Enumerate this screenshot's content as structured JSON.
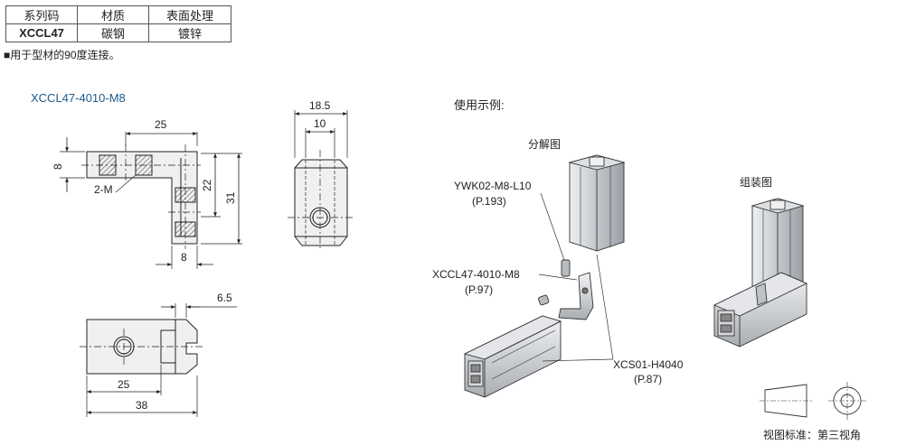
{
  "spec_table": {
    "headers": [
      "系列码",
      "材质",
      "表面处理"
    ],
    "row": [
      "XCCL47",
      "碳钢",
      "镀锌"
    ]
  },
  "note": "■用于型材的90度连接。",
  "model_label": "XCCL47-4010-M8",
  "usage_title": "使用示例:",
  "dimensions": {
    "top_width": "25",
    "left_height": "8",
    "thread": "2-M",
    "inner_height": "22",
    "outer_height": "31",
    "bottom_width": "8",
    "side_width": "18.5",
    "side_inner": "10",
    "plan_offset": "6.5",
    "plan_inner": "25",
    "plan_total": "38"
  },
  "example": {
    "exploded_label": "分解图",
    "assembled_label": "组装图",
    "parts": [
      {
        "code": "YWK02-M8-L10",
        "page": "(P.193)"
      },
      {
        "code": "XCCL47-4010-M8",
        "page": "(P.97)"
      },
      {
        "code": "XCS01-H4040",
        "page": "(P.87)"
      }
    ]
  },
  "projection_note": "视图标准：第三视角",
  "colors": {
    "model_label": "#1a5a8c",
    "metal": "#c9ccd0",
    "hatch": "#555555"
  }
}
